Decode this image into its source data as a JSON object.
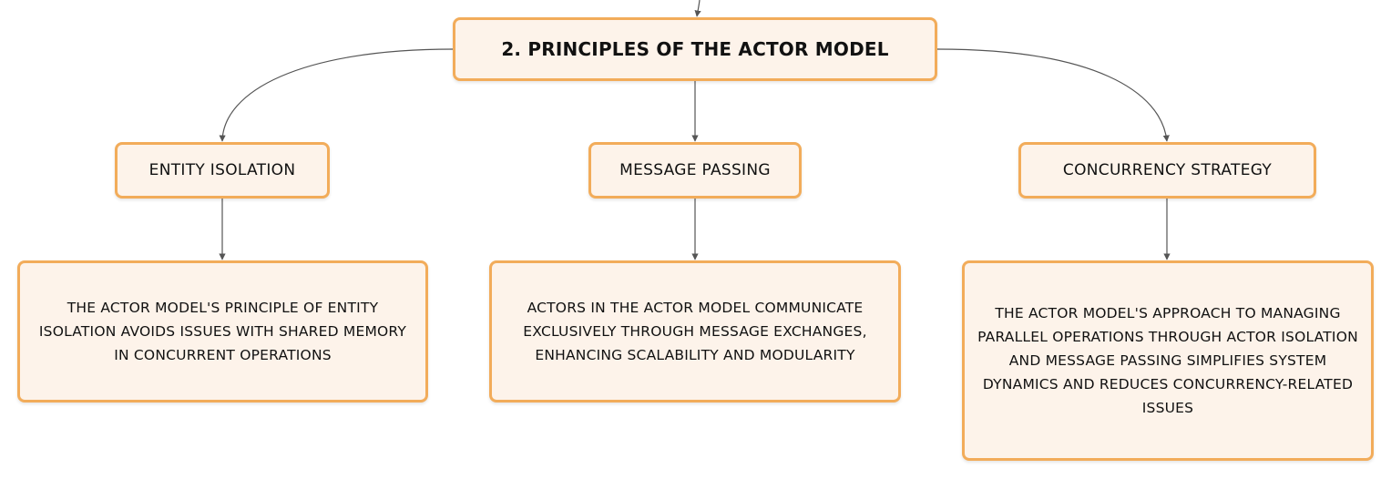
{
  "diagram": {
    "root": {
      "label": "2. PRINCIPLES OF THE ACTOR MODEL"
    },
    "branches": [
      {
        "label": "ENTITY ISOLATION",
        "detail": "THE ACTOR MODEL'S PRINCIPLE OF ENTITY ISOLATION AVOIDS ISSUES WITH SHARED MEMORY IN CONCURRENT OPERATIONS"
      },
      {
        "label": "MESSAGE PASSING",
        "detail": "ACTORS IN THE ACTOR MODEL COMMUNICATE EXCLUSIVELY THROUGH MESSAGE EXCHANGES, ENHANCING SCALABILITY AND MODULARITY"
      },
      {
        "label": "CONCURRENCY STRATEGY",
        "detail": "THE ACTOR MODEL'S APPROACH TO MANAGING PARALLEL OPERATIONS THROUGH ACTOR ISOLATION AND MESSAGE PASSING SIMPLIFIES SYSTEM DYNAMICS AND REDUCES CONCURRENCY-RELATED ISSUES"
      }
    ],
    "colors": {
      "node_fill": "#fdf3ea",
      "node_border": "#f2ac5a",
      "connector": "#555555"
    }
  }
}
